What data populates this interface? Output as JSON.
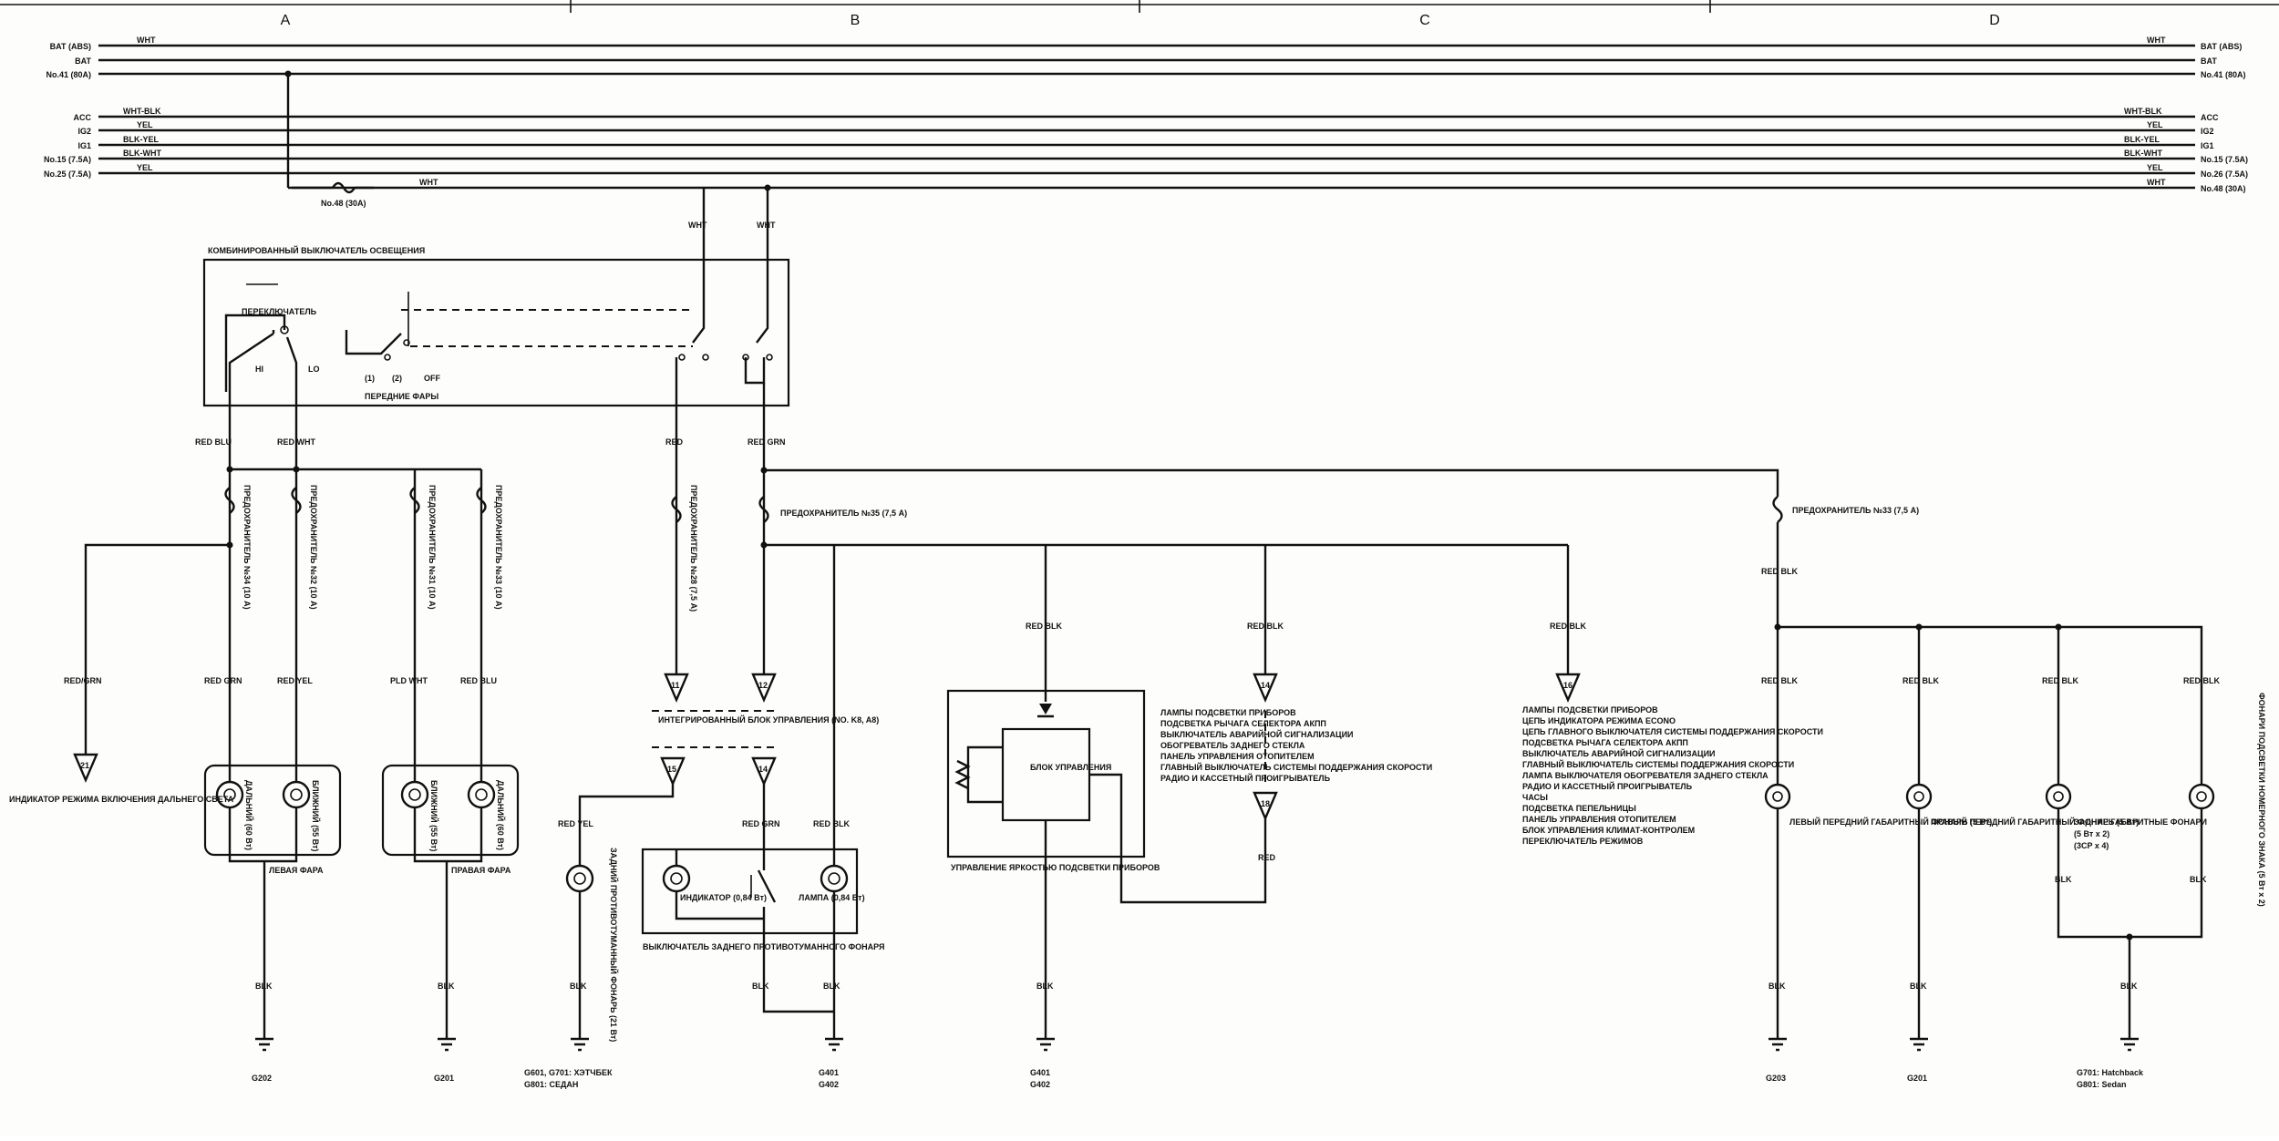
{
  "columns": [
    "A",
    "B",
    "C",
    "D"
  ],
  "rails_left": [
    {
      "name": "BAT (ABS)",
      "wire": "WHT"
    },
    {
      "name": "BAT",
      "wire": ""
    },
    {
      "name": "No.41 (80A)",
      "wire": ""
    },
    {
      "name": "ACC",
      "wire": "WHT-BLK"
    },
    {
      "name": "IG2",
      "wire": "YEL"
    },
    {
      "name": "IG1",
      "wire": "BLK-YEL"
    },
    {
      "name": "No.15 (7.5A)",
      "wire": "BLK-WHT"
    },
    {
      "name": "No.25 (7.5A)",
      "wire": "YEL"
    },
    {
      "name": "",
      "wire": "WHT"
    }
  ],
  "rails_right": [
    {
      "name": "BAT (ABS)",
      "wire": "WHT"
    },
    {
      "name": "BAT",
      "wire": ""
    },
    {
      "name": "No.41 (80A)",
      "wire": ""
    },
    {
      "name": "ACC",
      "wire": "WHT-BLK"
    },
    {
      "name": "IG2",
      "wire": "YEL"
    },
    {
      "name": "IG1",
      "wire": "BLK-YEL"
    },
    {
      "name": "No.15 (7.5A)",
      "wire": "BLK-WHT"
    },
    {
      "name": "No.26 (7.5A)",
      "wire": "YEL"
    },
    {
      "name": "No.48 (30A)",
      "wire": "WHT"
    }
  ],
  "fuse48": "No.48 (30A)",
  "switch": {
    "title": "КОМБИНИРОВАННЫЙ ВЫКЛЮЧАТЕЛЬ ОСВЕЩЕНИЯ",
    "dimmer": "ПЕРЕКЛЮЧАТЕЛЬ",
    "hi": "HI",
    "lo": "LO",
    "pos1": "(1)",
    "pos2": "(2)",
    "off": "OFF",
    "headlights": "ПЕРЕДНИЕ ФАРЫ",
    "feed_wires": [
      "WHT",
      "WHT"
    ],
    "out_wires": [
      "RED BLU",
      "RED WHT",
      "RED",
      "RED GRN"
    ]
  },
  "fuses_headlight": [
    "ПРЕДОХРАНИТЕЛЬ №34 (10 А)",
    "ПРЕДОХРАНИТЕЛЬ №32 (10 А)",
    "ПРЕДОХРАНИТЕЛЬ №31 (10 А)",
    "ПРЕДОХРАНИТЕЛЬ №33 (10 А)"
  ],
  "fuse_fog": "ПРЕДОХРАНИТЕЛЬ №28 (7,5 А)",
  "fuse35": "ПРЕДОХРАНИТЕЛЬ №35 (7,5 А)",
  "fuse33r": "ПРЕДОХРАНИТЕЛЬ №33 (7,5 А)",
  "highbeam": {
    "wire": "RED/GRN",
    "conn": "21",
    "label": "ИНДИКАТОР РЕЖИМА ВКЛЮЧЕНИЯ ДАЛЬНЕГО СВЕТА"
  },
  "left_headlight": {
    "wires": [
      "RED GRN",
      "RED YEL"
    ],
    "bulbs": [
      "ДАЛЬНИЙ (60 Вт)",
      "БЛИЖНИЙ (55 Вт)"
    ],
    "title": "ЛЕВАЯ ФАРА",
    "gnd_wire": "BLK",
    "gnd": "G202"
  },
  "right_headlight": {
    "wires": [
      "PLD WHT",
      "RED BLU"
    ],
    "bulbs": [
      "БЛИЖНИЙ (55 Вт)",
      "ДАЛЬНИЙ (60 Вт)"
    ],
    "title": "ПРАВАЯ ФАРА",
    "gnd_wire": "BLK",
    "gnd": "G201"
  },
  "mcu": {
    "conns": [
      "11",
      "12",
      "15",
      "14"
    ],
    "title": "ИНТЕГРИРОВАННЫЙ БЛОК УПРАВЛЕНИЯ (NO. K8, A8)"
  },
  "fog": {
    "wires": [
      "RED YEL",
      "RED GRN",
      "RED BLK"
    ],
    "rear_lamp": "ЗАДНИЙ ПРОТИВОТУМАННЫЙ ФОНАРЬ (21 Вт)",
    "indicator": "ИНДИКАТОР (0,84 Вт)",
    "lamp": "ЛАМПА (0,84 Вт)",
    "switch_label": "ВЫКЛЮЧАТЕЛЬ ЗАДНЕГО ПРОТИВОТУМАННОГО ФОНАРЯ",
    "gnd_wires": [
      "BLK",
      "BLK",
      "BLK"
    ],
    "gnd_note1": "G601, G701: ХЭТЧБЕК",
    "gnd_note2": "G801: СЕДАН",
    "gnd": [
      "G401",
      "G402"
    ]
  },
  "dimmer_unit": {
    "wire_in": "RED BLK",
    "unit": "БЛОК УПРАВЛЕНИЯ",
    "title": "УПРАВЛЕНИЕ ЯРКОСТЬЮ ПОДСВЕТКИ ПРИБОРОВ",
    "gnd_wire": "BLK",
    "gnd": [
      "G401",
      "G402"
    ]
  },
  "list1": {
    "wire": "RED BLK",
    "conn": "14",
    "conn2": "18",
    "wire2": "RED",
    "items": [
      "ЛАМПЫ ПОДСВЕТКИ ПРИБОРОВ",
      "ПОДСВЕТКА РЫЧАГА СЕЛЕКТОРА АКПП",
      "ВЫКЛЮЧАТЕЛЬ АВАРИЙНОЙ СИГНАЛИЗАЦИИ",
      "ОБОГРЕВАТЕЛЬ ЗАДНЕГО СТЕКЛА",
      "ПАНЕЛЬ УПРАВЛЕНИЯ ОТОПИТЕЛЕМ",
      "ГЛАВНЫЙ ВЫКЛЮЧАТЕЛЬ СИСТЕМЫ ПОДДЕРЖАНИЯ СКОРОСТИ",
      "РАДИО И КАССЕТНЫЙ ПРОИГРЫВАТЕЛЬ"
    ]
  },
  "list2": {
    "wire": "RED BLK",
    "conn": "16",
    "items": [
      "ЛАМПЫ ПОДСВЕТКИ ПРИБОРОВ",
      "ЦЕПЬ ИНДИКАТОРА РЕЖИМА ECONO",
      "ЦЕПЬ ГЛАВНОГО ВЫКЛЮЧАТЕЛЯ СИСТЕМЫ ПОДДЕРЖАНИЯ СКОРОСТИ",
      "ПОДСВЕТКА РЫЧАГА СЕЛЕКТОРА АКПП",
      "ВЫКЛЮЧАТЕЛЬ АВАРИЙНОЙ СИГНАЛИЗАЦИИ",
      "ГЛАВНЫЙ ВЫКЛЮЧАТЕЛЬ СИСТЕМЫ ПОДДЕРЖАНИЯ СКОРОСТИ",
      "ЛАМПА ВЫКЛЮЧАТЕЛЯ ОБОГРЕВАТЕЛЯ ЗАДНЕГО СТЕКЛА",
      "РАДИО И КАССЕТНЫЙ ПРОИГРЫВАТЕЛЬ",
      "ЧАСЫ",
      "ПОДСВЕТКА ПЕПЕЛЬНИЦЫ",
      "ПАНЕЛЬ УПРАВЛЕНИЯ ОТОПИТЕЛЕМ",
      "БЛОК УПРАВЛЕНИЯ КЛИМАТ-КОНТРОЛЕМ",
      "ПЕРЕКЛЮЧАТЕЛЬ РЕЖИМОВ"
    ]
  },
  "parking": {
    "wire_top": "RED BLK",
    "drop_wires": [
      "RED BLK",
      "RED BLK",
      "RED BLK",
      "RED BLK"
    ],
    "left_front": "ЛЕВЫЙ ПЕРЕДНИЙ ГАБАРИТНЫЙ ФОНАРЬ (5 Вт)",
    "right_front": "ПРАВЫЙ ПЕРЕДНИЙ ГАБАРИТНЫЙ ФОНАРЬ (5 Вт)",
    "rear": "ЗАДНИЕ ГАБАРИТНЫЕ ФОНАРИ",
    "rear_spec1": "(5 Вт x 2)",
    "rear_spec2": "(3CP x 4)",
    "plate": "ФОНАРИ ПОДСВЕТКИ НОМЕРНОГО ЗНАКА (5 Вт x 2)",
    "blk": [
      "BLK",
      "BLK",
      "BLK",
      "BLK",
      "BLK"
    ],
    "gnd": [
      "G203",
      "G201"
    ],
    "gnd_note1": "G701: Hatchback",
    "gnd_note2": "G801: Sedan"
  }
}
